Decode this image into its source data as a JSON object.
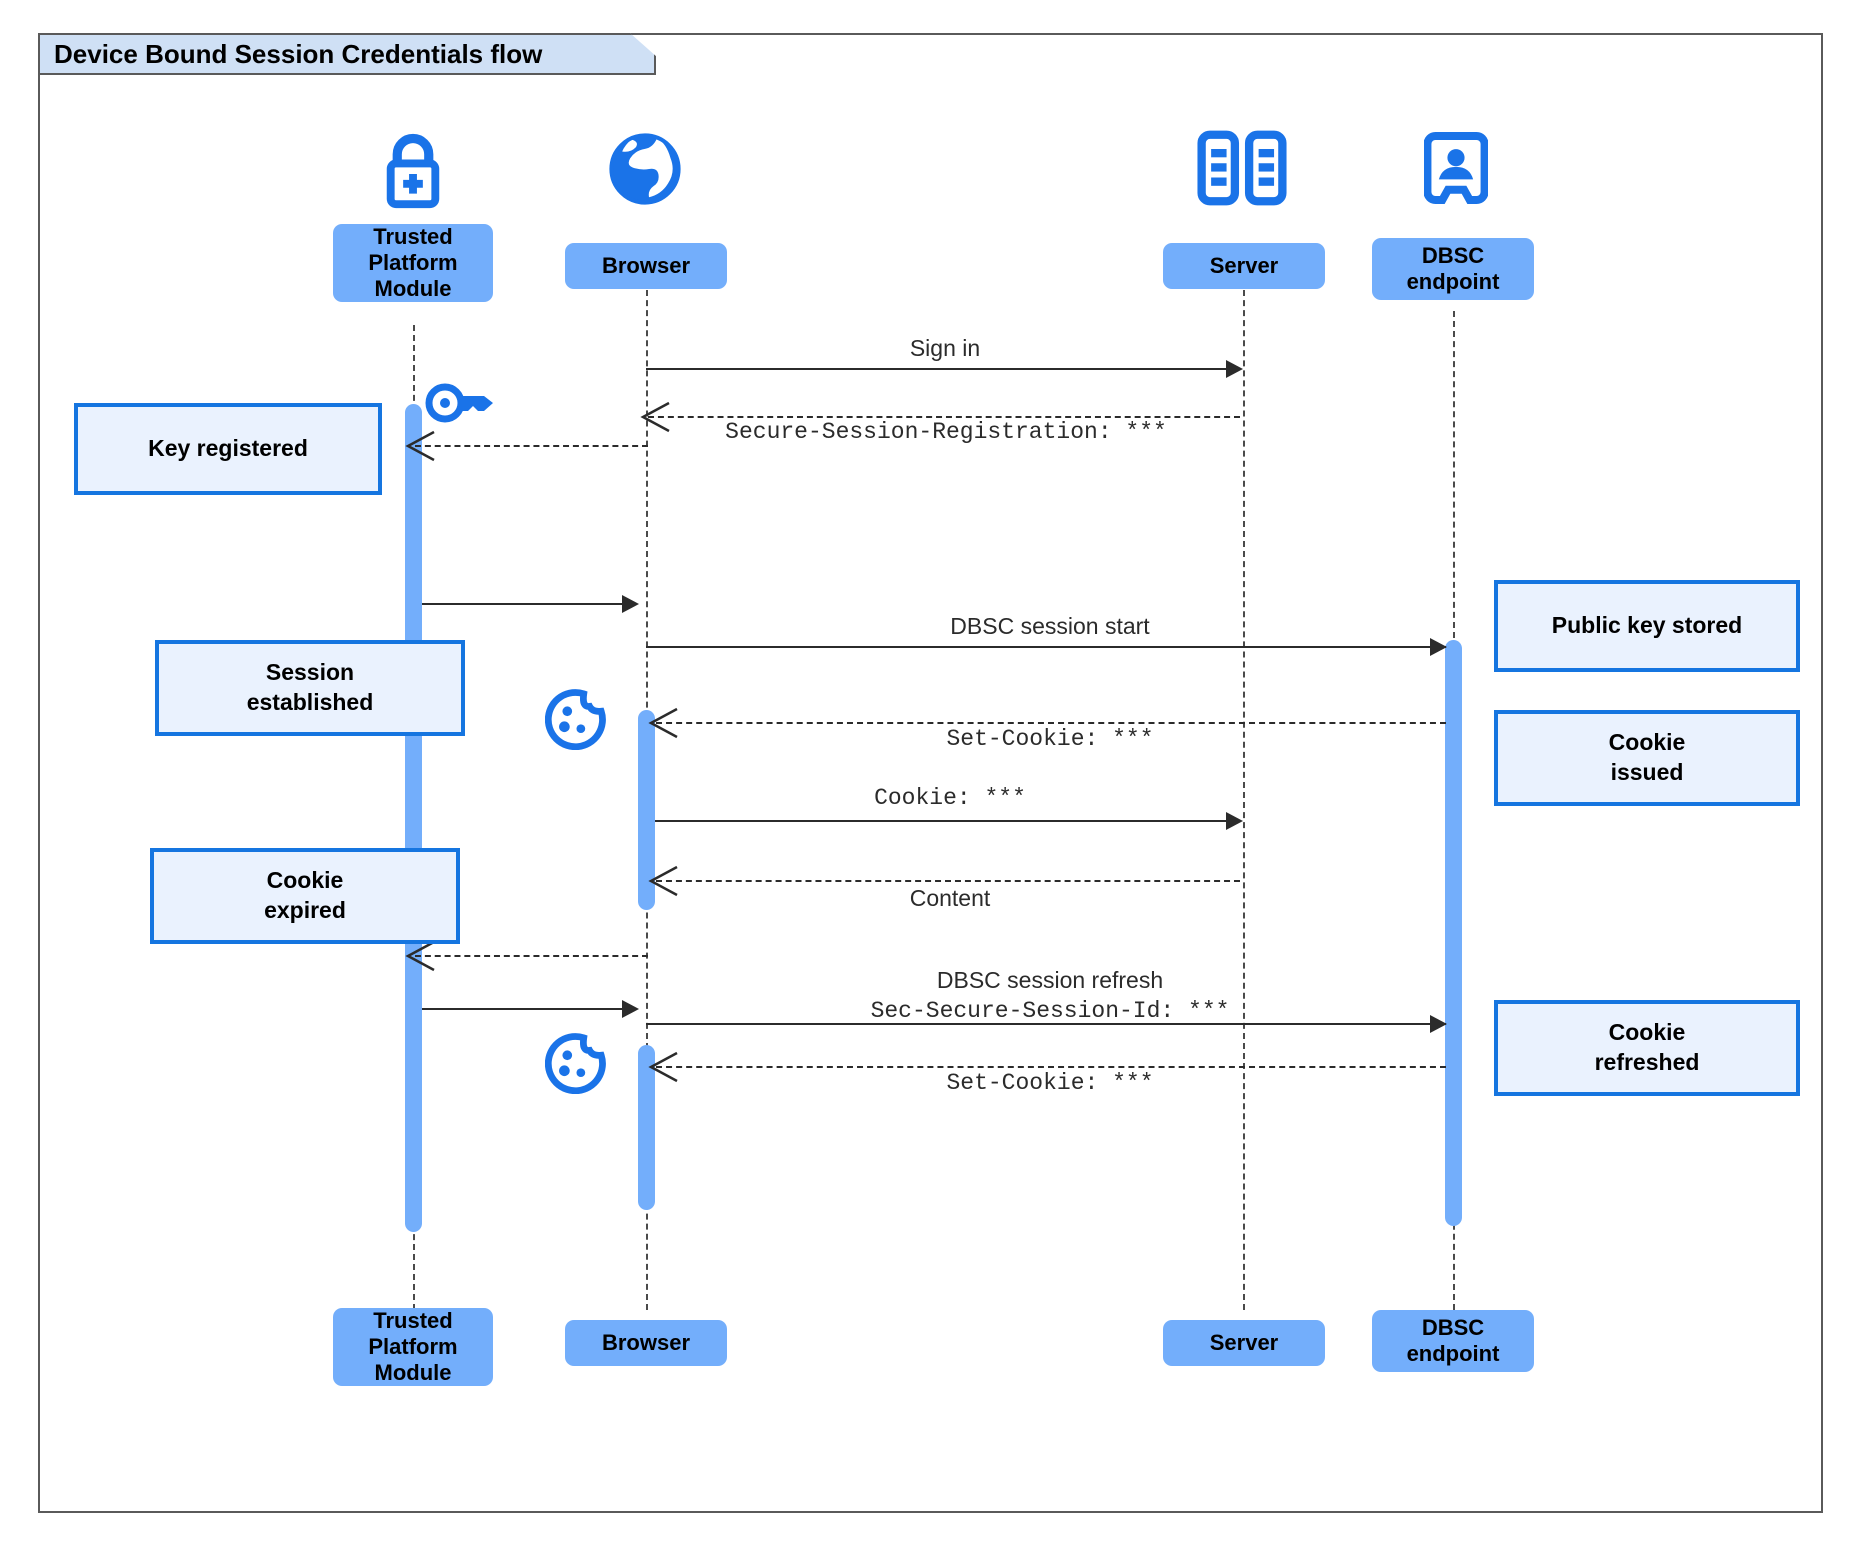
{
  "frame": {
    "title": "Device Bound Session Credentials flow"
  },
  "colors": {
    "participant_fill": "#73aefb",
    "note_fill": "#eaf2fe",
    "note_border": "#1575e0",
    "icon_blue": "#1a73e8",
    "frame_border": "#5a5a5a",
    "frame_label_fill": "#cfe0f5",
    "line": "#2b2b2b"
  },
  "participants": [
    {
      "id": "tpm",
      "label": "Trusted\nPlatform\nModule",
      "icon": "lock-plus-icon"
    },
    {
      "id": "browser",
      "label": "Browser",
      "icon": "globe-icon"
    },
    {
      "id": "server",
      "label": "Server",
      "icon": "server-rack-icon"
    },
    {
      "id": "dbsc",
      "label": "DBSC\nendpoint",
      "icon": "id-badge-icon"
    }
  ],
  "messages": [
    {
      "id": "m1",
      "text": "Sign in",
      "style": "sans",
      "from": "browser",
      "to": "server",
      "kind": "solid"
    },
    {
      "id": "m2",
      "text": "Secure-Session-Registration: ***",
      "style": "mono",
      "from": "server",
      "to": "browser",
      "kind": "dashed"
    },
    {
      "id": "m3",
      "text": "",
      "style": "sans",
      "from": "tpm",
      "to": "browser",
      "kind": "solid"
    },
    {
      "id": "m4",
      "text": "DBSC session start",
      "style": "sans",
      "from": "browser",
      "to": "dbsc",
      "kind": "solid"
    },
    {
      "id": "m5",
      "text": "Set-Cookie: ***",
      "style": "mono",
      "from": "dbsc",
      "to": "browser",
      "kind": "dashed"
    },
    {
      "id": "m6",
      "text": "Cookie: ***",
      "style": "mono",
      "from": "browser",
      "to": "server",
      "kind": "solid"
    },
    {
      "id": "m7",
      "text": "Content",
      "style": "sans",
      "from": "server",
      "to": "browser",
      "kind": "dashed"
    },
    {
      "id": "m8",
      "text": "",
      "style": "sans",
      "from": "browser",
      "to": "tpm",
      "kind": "dashed"
    },
    {
      "id": "m9a",
      "text": "DBSC session refresh",
      "style": "sans",
      "from": "tpm",
      "to": "browser",
      "kind": "solid"
    },
    {
      "id": "m9b",
      "text": "Sec-Secure-Session-Id: ***",
      "style": "mono",
      "from": "browser",
      "to": "dbsc",
      "kind": "solid"
    },
    {
      "id": "m10",
      "text": "Set-Cookie: ***",
      "style": "mono",
      "from": "dbsc",
      "to": "browser",
      "kind": "dashed"
    }
  ],
  "notes": [
    {
      "id": "n1",
      "text": "Key registered",
      "anchor": "tpm"
    },
    {
      "id": "n2",
      "text": "Session\nestablished",
      "anchor": "tpm"
    },
    {
      "id": "n3",
      "text": "Cookie\nexpired",
      "anchor": "tpm"
    },
    {
      "id": "n4",
      "text": "Public key stored",
      "anchor": "dbsc"
    },
    {
      "id": "n5",
      "text": "Cookie\nissued",
      "anchor": "dbsc"
    },
    {
      "id": "n6",
      "text": "Cookie\nrefreshed",
      "anchor": "dbsc"
    }
  ],
  "decor_icons": [
    {
      "id": "key1",
      "name": "key-icon",
      "near": "tpm"
    },
    {
      "id": "cookie1",
      "name": "cookie-icon",
      "near": "browser"
    },
    {
      "id": "cookie2",
      "name": "cookie-icon",
      "near": "browser"
    }
  ]
}
